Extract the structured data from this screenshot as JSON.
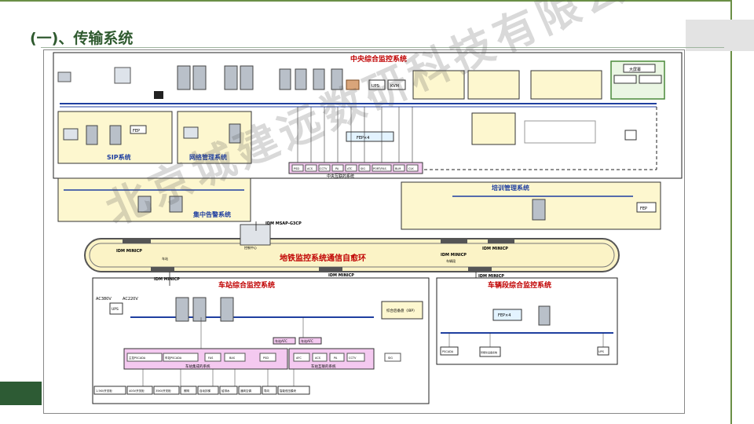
{
  "slide": {
    "title": "(一)、传输系统",
    "watermark": "北京城建远数研科技有限公司"
  },
  "diagram": {
    "central": {
      "title": "中央综合监控系统",
      "sip_title": "SIP系统",
      "nms_title": "网络管理系统",
      "alarm_title": "集中告警系统",
      "training_title": "培训管理系统",
      "big_screen": "大屏幕",
      "ups": "UPS",
      "kvm": "KVM",
      "fep": "FEP",
      "fep4": "FEP×4",
      "backbone": "中央互联的系统",
      "subsystems": [
        "PSD",
        "ACS",
        "CCTV",
        "PA",
        "ATC",
        "SIG",
        "PORT/FAS",
        "BLM",
        "CLK"
      ]
    },
    "ring": {
      "title": "地铁监控系统通信自愈环",
      "node_main": "IDM MSAP-G3CP",
      "node_labels": [
        "IDM MINICP",
        "IDM MINICP",
        "IDM MINICP",
        "IDM MINICP",
        "IDM MINICP",
        "IDM MINICP"
      ],
      "center": "控制中心",
      "station": "车站",
      "depot": "车辆段"
    },
    "station": {
      "title": "车站综合监控系统",
      "ac380": "AC380V",
      "ac220": "AC220V",
      "ups": "UPS",
      "backup_panel": "综合后备盘（IBP）",
      "net_label": "车站集成的系统",
      "net_label2": "车站互联的系统",
      "boxes": [
        "主控PSCADA",
        "车站PSCADA",
        "FAS",
        "BAS",
        "PSD",
        "AFC",
        "ACS",
        "PA",
        "CCTV",
        "SIG"
      ],
      "afc_boxes": [
        "车站AFC",
        "车站AFC"
      ],
      "bottom_items": [
        "1.5KV开关柜",
        "400V开关柜",
        "35KV开关柜",
        "照明",
        "自动扶梯",
        "给排水",
        "通风空调",
        "导向",
        "智能低压模块"
      ]
    },
    "depot": {
      "title": "车辆段综合监控系统",
      "fep4": "FEP×4",
      "pscada": "PSCADA",
      "smart": "智能化设备系统",
      "ups": "UPS"
    }
  },
  "colors": {
    "accent_green": "#2d5b34",
    "title_green": "#2f5a2f",
    "box_yellow": "#fdf7cf",
    "box_pink": "#f4c9f0",
    "ring_fill": "#fbf3c6",
    "red_title": "#c00000",
    "net_blue": "#1f3fa0"
  }
}
